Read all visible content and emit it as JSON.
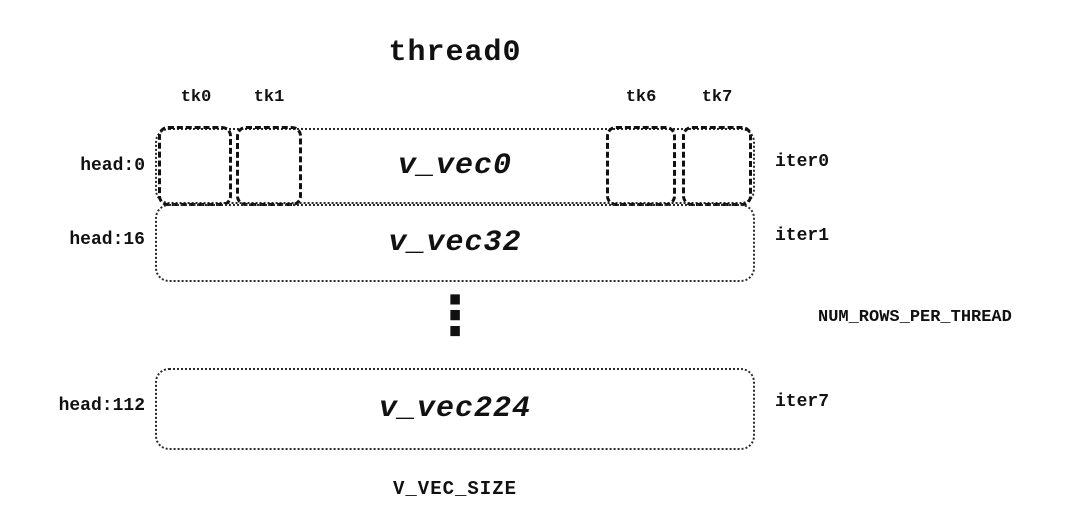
{
  "title": "thread0",
  "tk_labels": [
    "tk0",
    "tk1",
    "tk6",
    "tk7"
  ],
  "rows": [
    {
      "head": "head:0",
      "vec": "v_vec0",
      "iter": "iter0"
    },
    {
      "head": "head:16",
      "vec": "v_vec32",
      "iter": "iter1"
    },
    {
      "head": "head:112",
      "vec": "v_vec224",
      "iter": "iter7"
    }
  ],
  "ellipsis": "⋮",
  "right_label": "NUM_ROWS_PER_THREAD",
  "bottom_label": "V_VEC_SIZE",
  "colors": {
    "ink": "#111111",
    "background": "#ffffff"
  }
}
